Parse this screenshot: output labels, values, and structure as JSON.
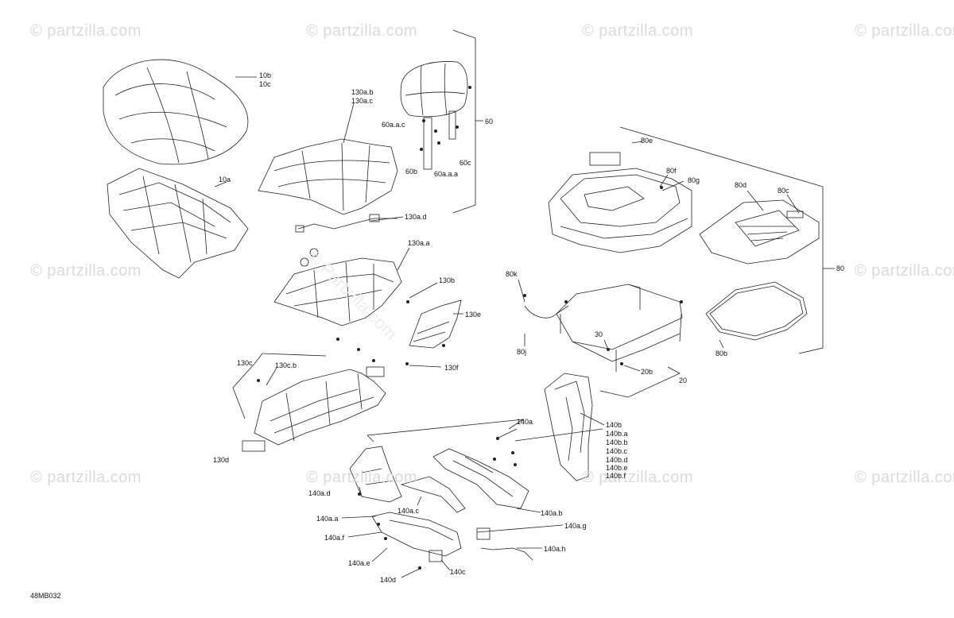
{
  "watermark": "© partzilla.com",
  "center_watermark": "© Partzilla.com",
  "diagram_code": "48MB032",
  "labels": {
    "l10b": "10b",
    "l10c": "10c",
    "l10a": "10a",
    "l130ab": "130a.b",
    "l130ac": "130a.c",
    "l60aac": "60a.a.c",
    "l60c": "60c",
    "l60b": "60b",
    "l60aaa": "60a.a.a",
    "l60": "60",
    "l130ad": "130a.d",
    "l130aa": "130a.a",
    "l130b": "130b",
    "l130e": "130e",
    "l130f": "130f",
    "l130c": "130c",
    "l130cb": "130c.b",
    "l130d": "130d",
    "l80e": "80e",
    "l80f": "80f",
    "l80g": "80g",
    "l80d": "80d",
    "l80c": "80c",
    "l80": "80",
    "l80k": "80k",
    "l80j": "80j",
    "l30": "30",
    "l20b": "20b",
    "l20": "20",
    "l80b": "80b",
    "l140a": "140a",
    "l140b": "140b",
    "l140ba": "140b.a",
    "l140bb": "140b.b",
    "l140bc": "140b.c",
    "l140bd": "140b.d",
    "l140be": "140b.e",
    "l140bf": "140b.f",
    "l140ad": "140a.d",
    "l140ac": "140a.c",
    "l140abx": "140a.b",
    "l140aa": "140a.a",
    "l140af": "140a.f",
    "l140ae": "140a.e",
    "l140d": "140d",
    "l140c": "140c",
    "l140ag": "140a.g",
    "l140ah": "140a.h"
  }
}
